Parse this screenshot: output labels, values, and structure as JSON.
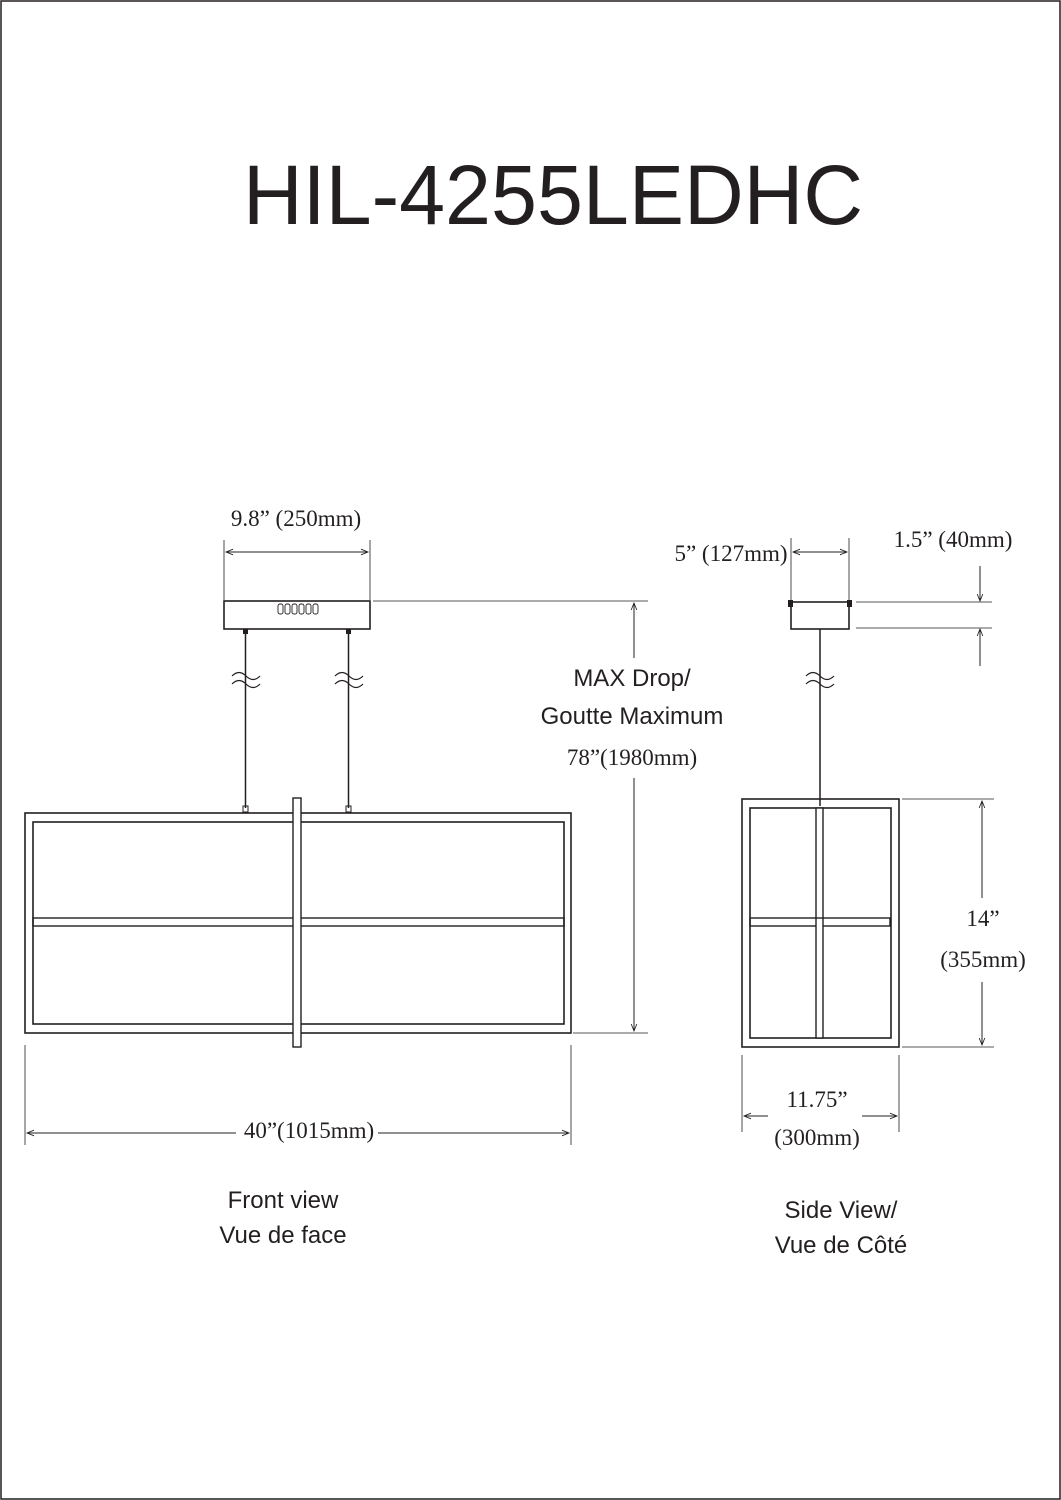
{
  "title": "HIL-4255LEDHC",
  "front_view": {
    "canopy_width": "9.8” (250mm)",
    "max_drop_line1": "MAX Drop/",
    "max_drop_line2": "Goutte Maximum",
    "max_drop_value": "78”(1980mm)",
    "overall_width": "40”(1015mm)",
    "caption_line1": "Front view",
    "caption_line2": "Vue de face"
  },
  "side_view": {
    "canopy_width": "5” (127mm)",
    "canopy_height": "1.5” (40mm)",
    "height_line1": "14”",
    "height_line2": "(355mm)",
    "depth_line1": "11.75”",
    "depth_line2": "(300mm)",
    "caption_line1": "Side View/",
    "caption_line2": "Vue de Côté"
  },
  "colors": {
    "line": "#231f20",
    "background": "#ffffff"
  }
}
